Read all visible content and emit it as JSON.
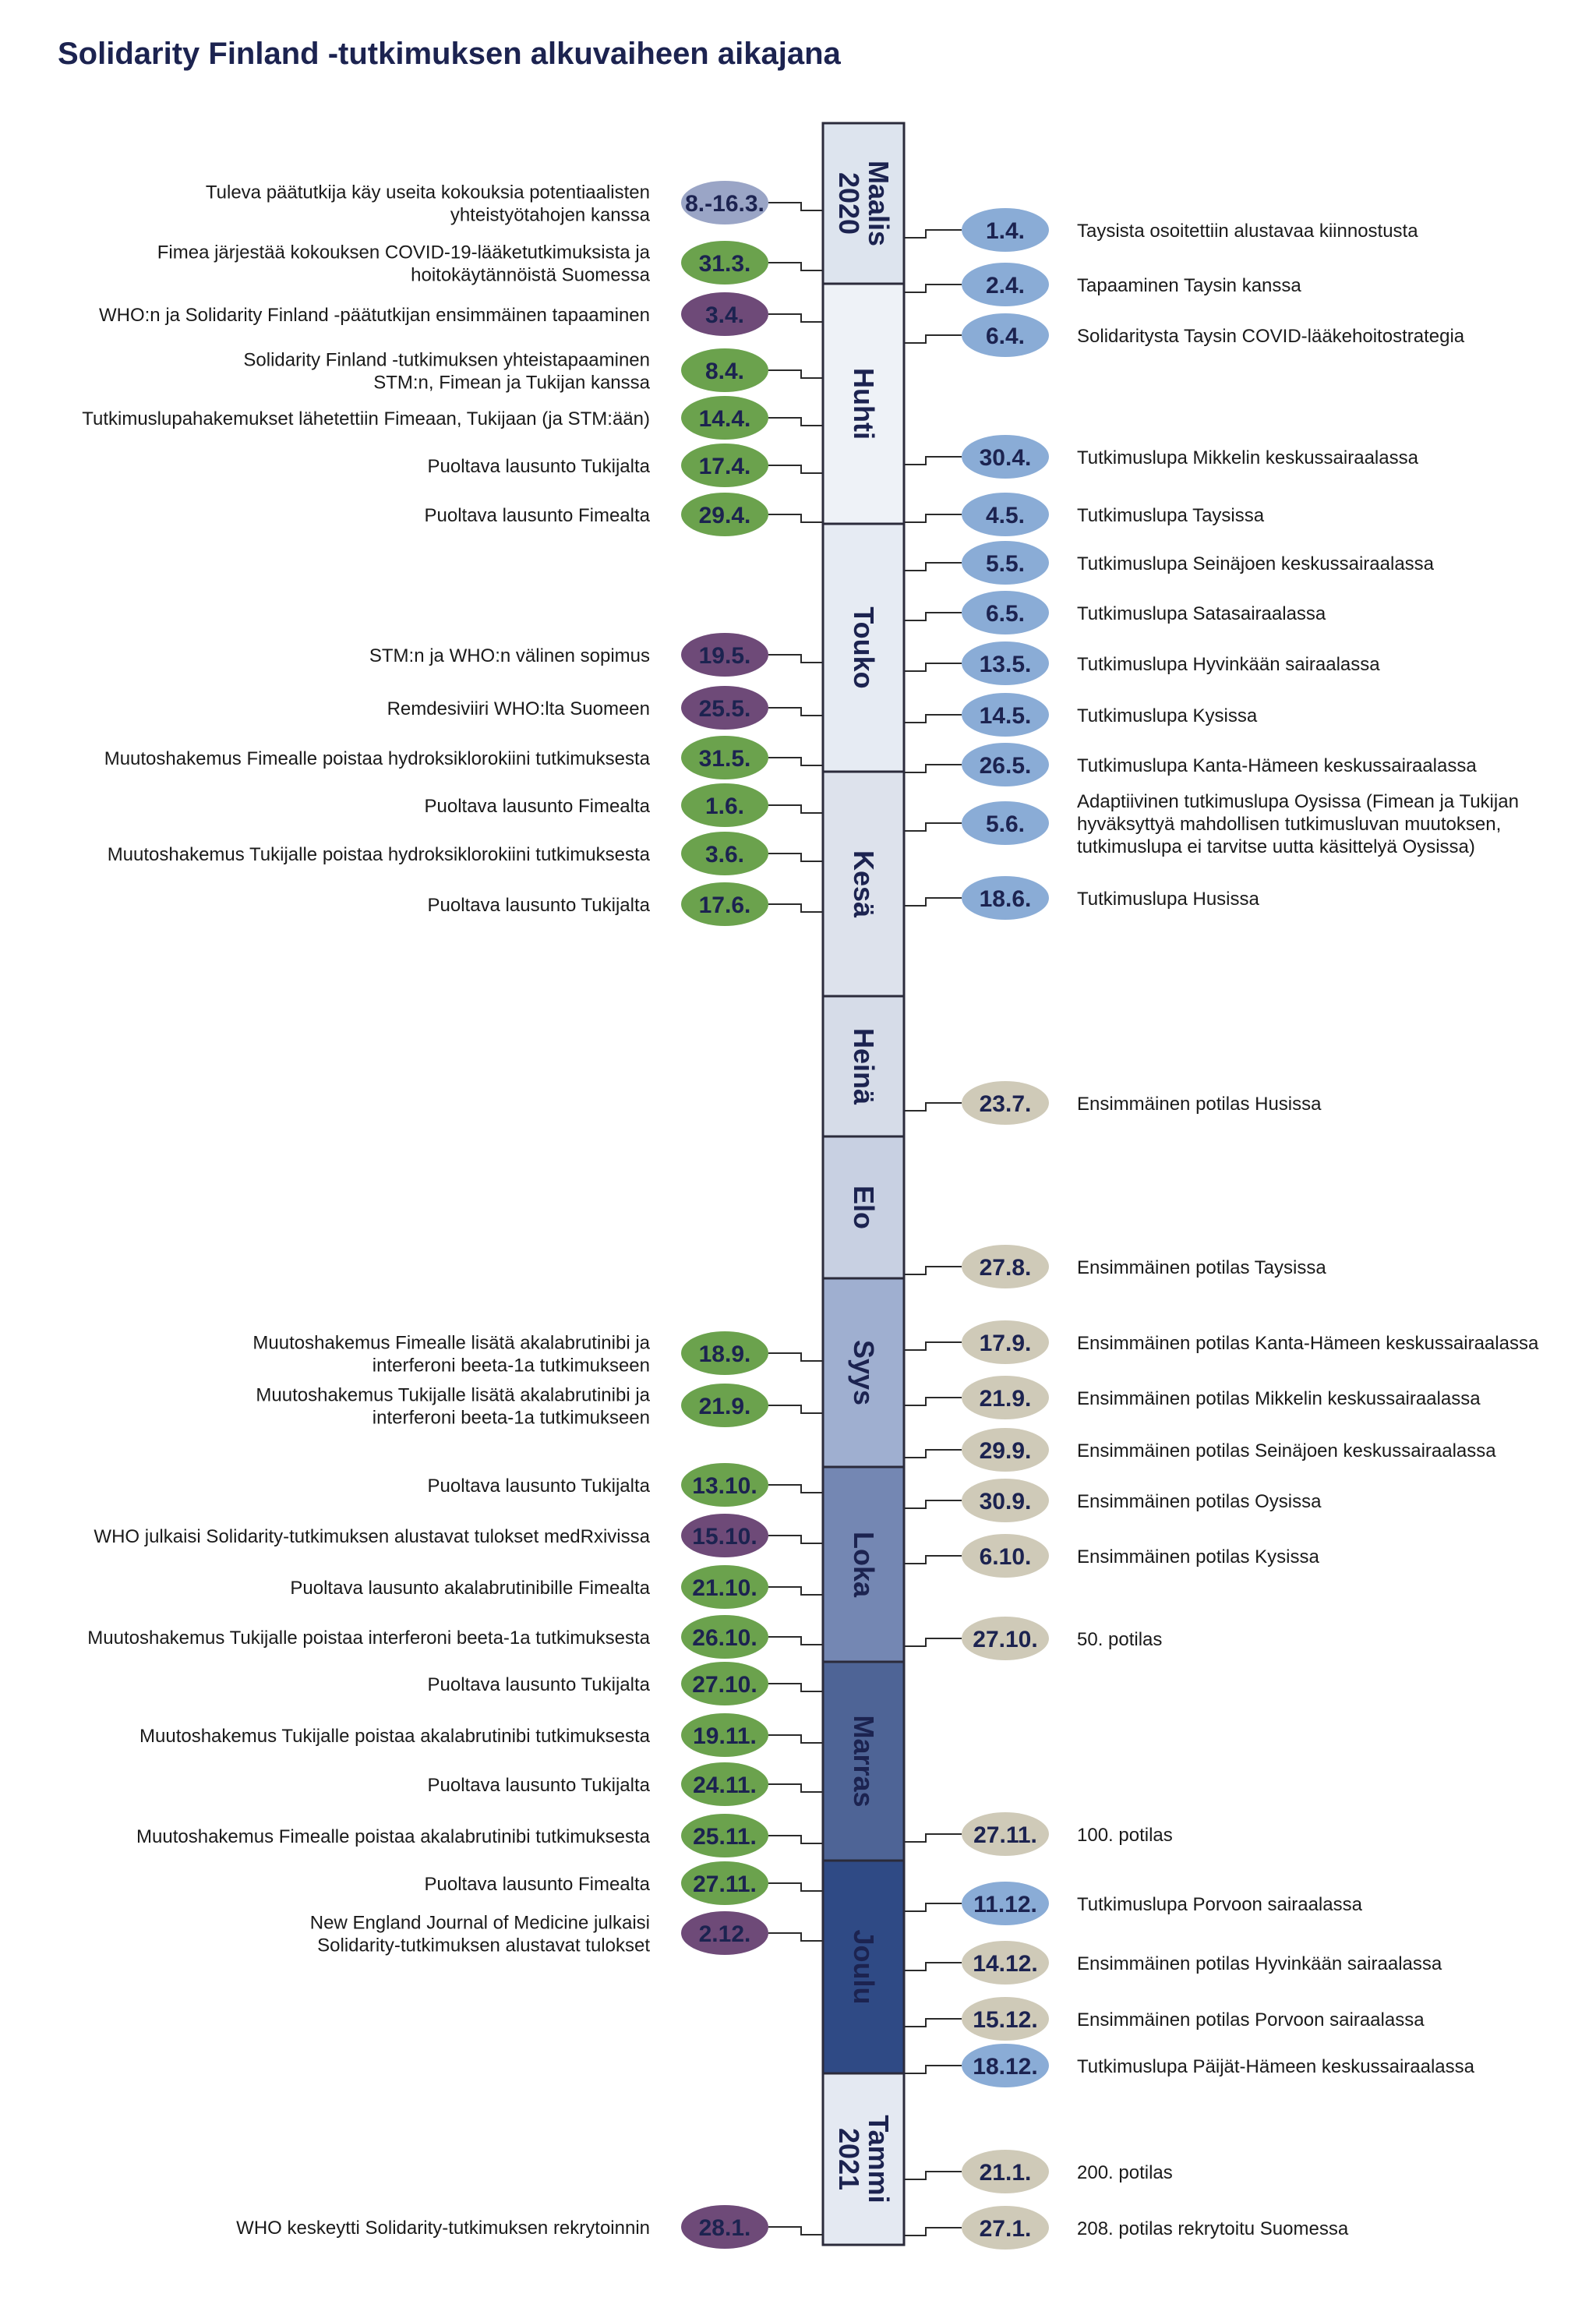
{
  "title": "Solidarity Finland -tutkimuksen alkuvaiheen aikajana",
  "colors": {
    "title": "#1c2350",
    "text": "#1a1a1a",
    "badge_text": "#1c2350",
    "line": "#2b2b2b",
    "green": "#6ba24d",
    "purple": "#6e4a78",
    "blue": "#8aacd6",
    "greyblue": "#9aa5c6",
    "beige": "#cfcab8",
    "month_border": "#2b2b3b"
  },
  "months": [
    {
      "label": "Maalis\n2020",
      "fill": "#dde4ee",
      "text": "#1c2350"
    },
    {
      "label": "Huhti",
      "fill": "#eef2f7",
      "text": "#1c2350"
    },
    {
      "label": "Touko",
      "fill": "#e6ebf3",
      "text": "#1c2350"
    },
    {
      "label": "Kesä",
      "fill": "#dde2ec",
      "text": "#1c2350"
    },
    {
      "label": "Heinä",
      "fill": "#d6dce8",
      "text": "#1c2350"
    },
    {
      "label": "Elo",
      "fill": "#c8d0e2",
      "text": "#1c2350"
    },
    {
      "label": "Syys",
      "fill": "#9fafd0",
      "text": "#1c2350"
    },
    {
      "label": "Loka",
      "fill": "#7487b3",
      "text": "#1c2350"
    },
    {
      "label": "Marras",
      "fill": "#4e6496",
      "text": "#1c2350"
    },
    {
      "label": "Joulu",
      "fill": "#2f4a85",
      "text": "#1c2350"
    },
    {
      "label": "Tammi\n2021",
      "fill": "#e4e9f2",
      "text": "#1c2350"
    }
  ],
  "left_events": [
    {
      "date": "8.-16.3.",
      "color": "greyblue",
      "text": [
        "Tuleva päätutkija käy useita kokouksia potentiaalisten",
        "yhteistyötahojen kanssa"
      ]
    },
    {
      "date": "31.3.",
      "color": "green",
      "text": [
        "Fimea järjestää kokouksen COVID-19-lääketutkimuksista ja",
        "hoitokäytännöistä Suomessa"
      ]
    },
    {
      "date": "3.4.",
      "color": "purple",
      "text": [
        "WHO:n ja Solidarity Finland -päätutkijan ensimmäinen tapaaminen"
      ]
    },
    {
      "date": "8.4.",
      "color": "green",
      "text": [
        "Solidarity Finland -tutkimuksen yhteistapaaminen",
        "STM:n, Fimean ja Tukijan kanssa"
      ]
    },
    {
      "date": "14.4.",
      "color": "green",
      "text": [
        "Tutkimuslupahakemukset lähetettiin Fimeaan, Tukijaan (ja STM:ään)"
      ]
    },
    {
      "date": "17.4.",
      "color": "green",
      "text": [
        "Puoltava lausunto Tukijalta"
      ]
    },
    {
      "date": "29.4.",
      "color": "green",
      "text": [
        "Puoltava lausunto Fimealta"
      ]
    },
    {
      "date": "19.5.",
      "color": "purple",
      "text": [
        "STM:n ja WHO:n välinen sopimus"
      ]
    },
    {
      "date": "25.5.",
      "color": "purple",
      "text": [
        "Remdesiviiri WHO:lta Suomeen"
      ]
    },
    {
      "date": "31.5.",
      "color": "green",
      "text": [
        "Muutoshakemus Fimealle poistaa hydroksiklorokiini tutkimuksesta"
      ]
    },
    {
      "date": "1.6.",
      "color": "green",
      "text": [
        "Puoltava lausunto Fimealta"
      ]
    },
    {
      "date": "3.6.",
      "color": "green",
      "text": [
        "Muutoshakemus Tukijalle poistaa hydroksiklorokiini tutkimuksesta"
      ]
    },
    {
      "date": "17.6.",
      "color": "green",
      "text": [
        "Puoltava lausunto Tukijalta"
      ]
    },
    {
      "date": "18.9.",
      "color": "green",
      "text": [
        "Muutoshakemus Fimealle lisätä akalabrutinibi ja",
        "interferoni beeta-1a tutkimukseen"
      ]
    },
    {
      "date": "21.9.",
      "color": "green",
      "text": [
        "Muutoshakemus Tukijalle lisätä akalabrutinibi ja",
        "interferoni beeta-1a tutkimukseen"
      ]
    },
    {
      "date": "13.10.",
      "color": "green",
      "text": [
        "Puoltava lausunto Tukijalta"
      ]
    },
    {
      "date": "15.10.",
      "color": "purple",
      "text": [
        "WHO julkaisi Solidarity-tutkimuksen alustavat tulokset medRxivissa"
      ]
    },
    {
      "date": "21.10.",
      "color": "green",
      "text": [
        "Puoltava lausunto akalabrutinibille Fimealta"
      ]
    },
    {
      "date": "26.10.",
      "color": "green",
      "text": [
        "Muutoshakemus Tukijalle poistaa interferoni beeta-1a tutkimuksesta"
      ]
    },
    {
      "date": "27.10.",
      "color": "green",
      "text": [
        "Puoltava lausunto Tukijalta"
      ]
    },
    {
      "date": "19.11.",
      "color": "green",
      "text": [
        "Muutoshakemus Tukijalle poistaa akalabrutinibi tutkimuksesta"
      ]
    },
    {
      "date": "24.11.",
      "color": "green",
      "text": [
        "Puoltava lausunto Tukijalta"
      ]
    },
    {
      "date": "25.11.",
      "color": "green",
      "text": [
        "Muutoshakemus Fimealle poistaa akalabrutinibi tutkimuksesta"
      ]
    },
    {
      "date": "27.11.",
      "color": "green",
      "text": [
        "Puoltava lausunto Fimealta"
      ]
    },
    {
      "date": "2.12.",
      "color": "purple",
      "text": [
        "New England Journal of Medicine julkaisi",
        "Solidarity-tutkimuksen alustavat tulokset"
      ]
    },
    {
      "date": "28.1.",
      "color": "purple",
      "text": [
        "WHO keskeytti Solidarity-tutkimuksen rekrytoinnin"
      ]
    }
  ],
  "right_events": [
    {
      "date": "1.4.",
      "color": "blue",
      "text": [
        "Taysista osoitettiin alustavaa kiinnostusta"
      ]
    },
    {
      "date": "2.4.",
      "color": "blue",
      "text": [
        "Tapaaminen Taysin kanssa"
      ]
    },
    {
      "date": "6.4.",
      "color": "blue",
      "text": [
        "Solidaritysta Taysin COVID-lääkehoitostrategia"
      ]
    },
    {
      "date": "30.4.",
      "color": "blue",
      "text": [
        "Tutkimuslupa Mikkelin keskussairaalassa"
      ]
    },
    {
      "date": "4.5.",
      "color": "blue",
      "text": [
        "Tutkimuslupa Taysissa"
      ]
    },
    {
      "date": "5.5.",
      "color": "blue",
      "text": [
        "Tutkimuslupa Seinäjoen keskussairaalassa"
      ]
    },
    {
      "date": "6.5.",
      "color": "blue",
      "text": [
        "Tutkimuslupa Satasairaalassa"
      ]
    },
    {
      "date": "13.5.",
      "color": "blue",
      "text": [
        "Tutkimuslupa Hyvinkään sairaalassa"
      ]
    },
    {
      "date": "14.5.",
      "color": "blue",
      "text": [
        "Tutkimuslupa Kysissa"
      ]
    },
    {
      "date": "26.5.",
      "color": "blue",
      "text": [
        "Tutkimuslupa Kanta-Hämeen keskussairaalassa"
      ]
    },
    {
      "date": "5.6.",
      "color": "blue",
      "text": [
        "Adaptiivinen tutkimuslupa Oysissa (Fimean ja Tukijan",
        "hyväksyttyä mahdollisen tutkimusluvan muutoksen,",
        "tutkimuslupa ei tarvitse uutta käsittelyä Oysissa)"
      ]
    },
    {
      "date": "18.6.",
      "color": "blue",
      "text": [
        "Tutkimuslupa Husissa"
      ]
    },
    {
      "date": "23.7.",
      "color": "beige",
      "text": [
        "Ensimmäinen potilas Husissa"
      ]
    },
    {
      "date": "27.8.",
      "color": "beige",
      "text": [
        "Ensimmäinen potilas Taysissa"
      ]
    },
    {
      "date": "17.9.",
      "color": "beige",
      "text": [
        "Ensimmäinen potilas Kanta-Hämeen keskussairaalassa"
      ]
    },
    {
      "date": "21.9.",
      "color": "beige",
      "text": [
        "Ensimmäinen potilas Mikkelin keskussairaalassa"
      ]
    },
    {
      "date": "29.9.",
      "color": "beige",
      "text": [
        "Ensimmäinen potilas Seinäjoen keskussairaalassa"
      ]
    },
    {
      "date": "30.9.",
      "color": "beige",
      "text": [
        "Ensimmäinen potilas Oysissa"
      ]
    },
    {
      "date": "6.10.",
      "color": "beige",
      "text": [
        "Ensimmäinen potilas Kysissa"
      ]
    },
    {
      "date": "27.10.",
      "color": "beige",
      "text": [
        "50. potilas"
      ]
    },
    {
      "date": "27.11.",
      "color": "beige",
      "text": [
        "100. potilas"
      ]
    },
    {
      "date": "11.12.",
      "color": "blue",
      "text": [
        "Tutkimuslupa Porvoon sairaalassa"
      ]
    },
    {
      "date": "14.12.",
      "color": "beige",
      "text": [
        "Ensimmäinen potilas Hyvinkään sairaalassa"
      ]
    },
    {
      "date": "15.12.",
      "color": "beige",
      "text": [
        "Ensimmäinen potilas Porvoon sairaalassa"
      ]
    },
    {
      "date": "18.12.",
      "color": "blue",
      "text": [
        "Tutkimuslupa Päijät-Hämeen keskussairaalassa"
      ]
    },
    {
      "date": "21.1.",
      "color": "beige",
      "text": [
        "200. potilas"
      ]
    },
    {
      "date": "27.1.",
      "color": "beige",
      "text": [
        "208. potilas rekrytoitu Suomessa"
      ]
    }
  ]
}
